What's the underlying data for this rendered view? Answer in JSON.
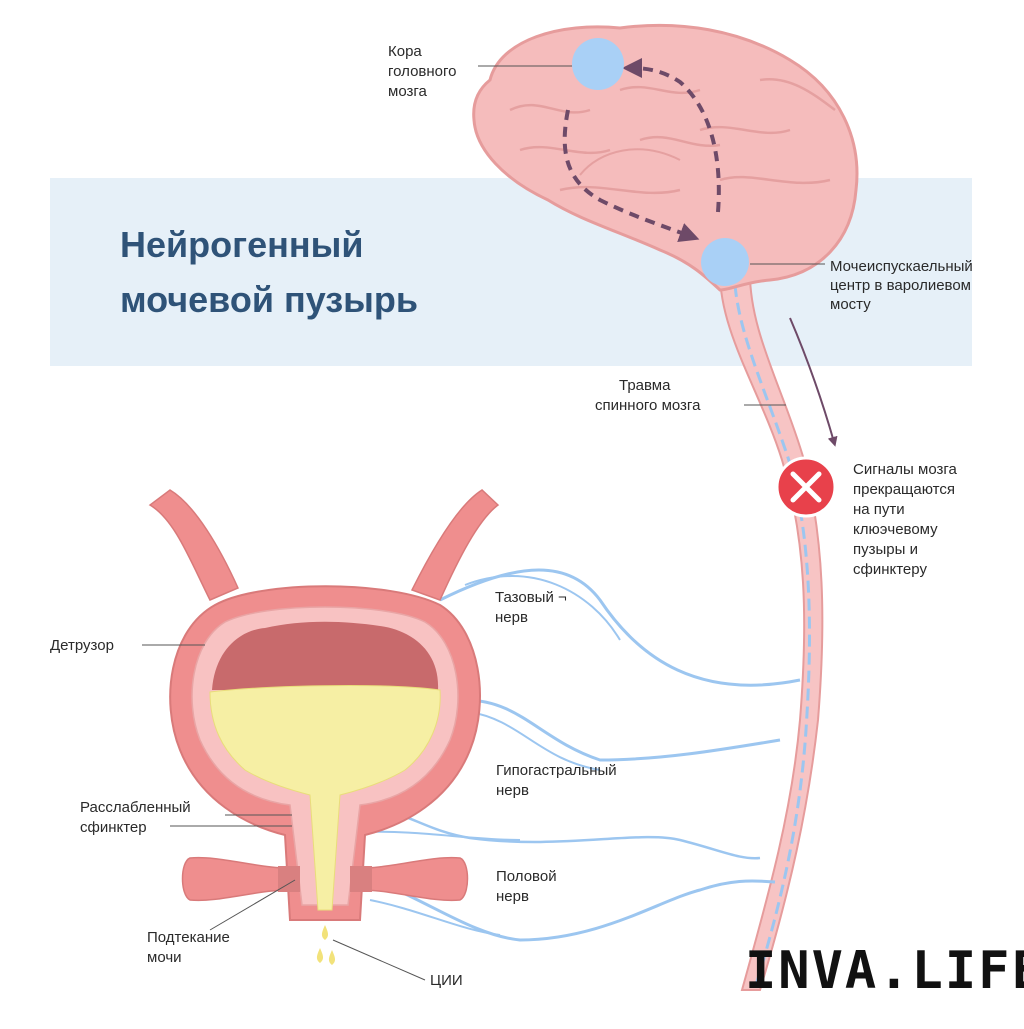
{
  "title": {
    "line1": "Нейрогенный",
    "line2": "мочевой пузырь"
  },
  "labels": {
    "cortex": [
      "Кора",
      "головного",
      "мозга"
    ],
    "pons_center": [
      "Мочеиспускаельный",
      "центр в варолиевом",
      "мосту"
    ],
    "spinal_injury": [
      "Травма",
      "спинного мозга"
    ],
    "signals": [
      "Сигналы мозга",
      "прекращаются",
      "на пути",
      "клюэчевому",
      "пузыры и",
      "сфинктеру"
    ],
    "pelvic_nerve": [
      "Тазовый ¬",
      "нерв"
    ],
    "hypogastric_nerve": [
      "Гипогастральный",
      "нерв"
    ],
    "pudendal_nerve": [
      "Половой",
      "нерв"
    ],
    "detrusor": "Детрузор",
    "sphincter": [
      "Расслабленный",
      "сфинктер"
    ],
    "leakage": [
      "Подтекание",
      "мочи"
    ],
    "cii": "ЦИИ"
  },
  "brand": "INVA.LIFE",
  "colors": {
    "title": "#2f5378",
    "banner": "#e6f0f8",
    "brain": "#f5bcbc",
    "brain_outline": "#e69c9c",
    "bladder_wall": "#ef8e8e",
    "bladder_inner": "#f8c2c2",
    "urine": "#f6efa4",
    "dark_top": "#c86a6c",
    "nerve": "#9cc6f0",
    "node": "#a9d0f6",
    "signal_arrow": "#6e4a68",
    "block": "#e8414b"
  },
  "icons": {
    "block": "x-circle-icon",
    "signal": "dashed-arrow-icon"
  }
}
